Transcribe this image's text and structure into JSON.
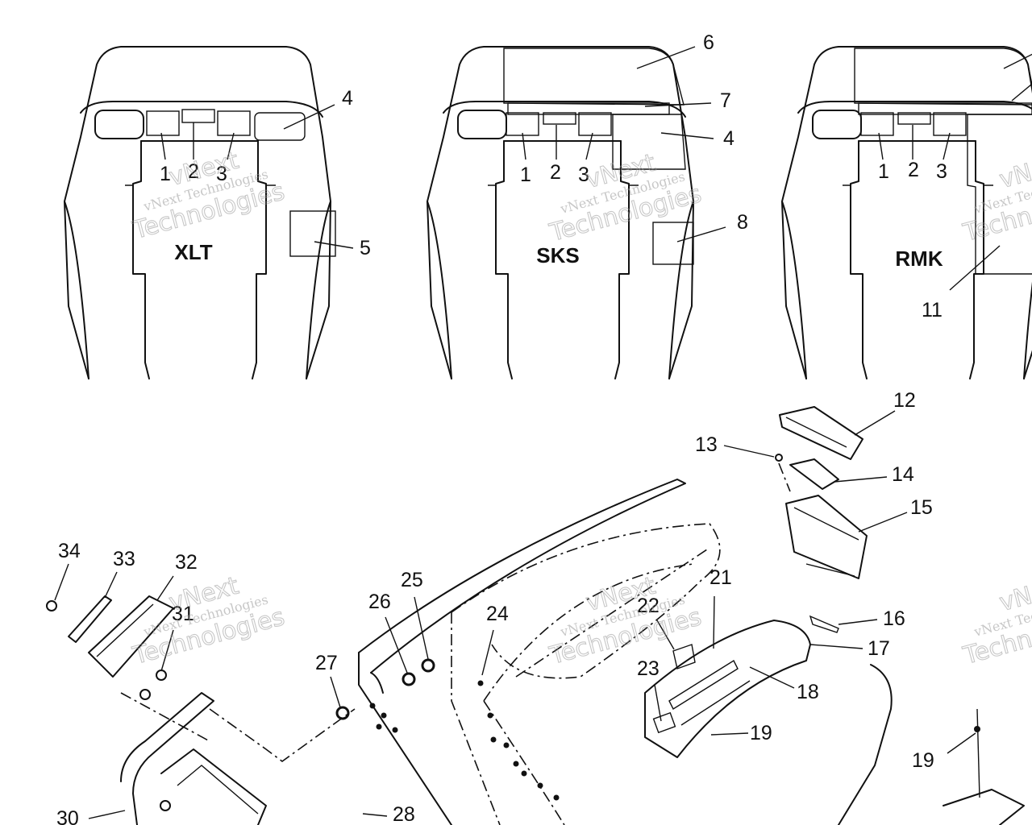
{
  "models": [
    "XLT",
    "SKS",
    "RMK"
  ],
  "watermark": {
    "line1": "vNext",
    "line2": "vNext Technologies",
    "line3": "Technologies"
  },
  "callouts": [
    "1",
    "2",
    "3",
    "4",
    "5",
    "6",
    "7",
    "8",
    "11",
    "12",
    "13",
    "14",
    "15",
    "16",
    "17",
    "18",
    "19",
    "21",
    "22",
    "23",
    "24",
    "25",
    "26",
    "27",
    "28",
    "30",
    "31",
    "32",
    "33",
    "34"
  ],
  "colors": {
    "ink": "#111111",
    "watermark": "#9a9a9a",
    "background": "#ffffff"
  }
}
